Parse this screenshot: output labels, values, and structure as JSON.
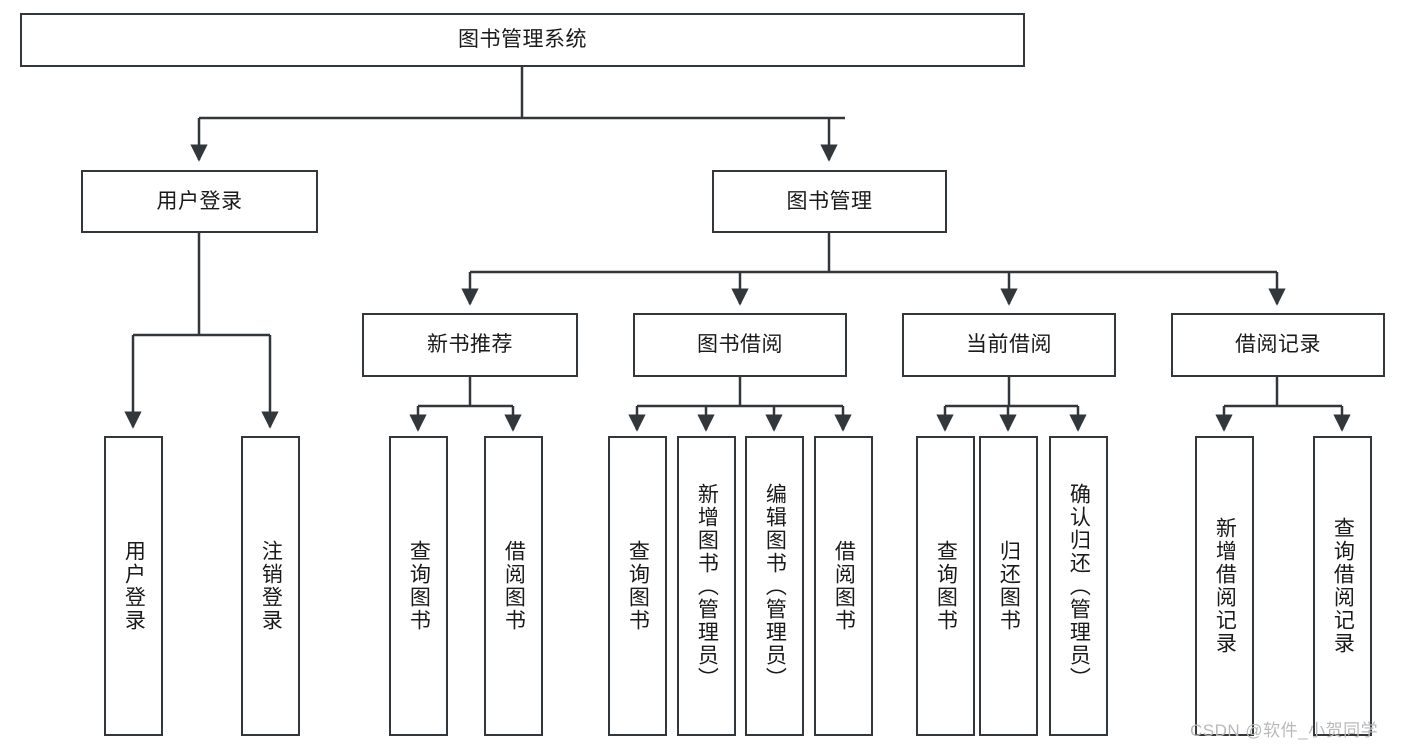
{
  "diagram": {
    "type": "tree-hierarchy-flowchart",
    "root": {
      "id": "root",
      "label": "图书管理系统"
    },
    "level2": [
      {
        "id": "user-login",
        "label": "用户登录"
      },
      {
        "id": "book-manage",
        "label": "图书管理"
      }
    ],
    "level3": [
      {
        "id": "new-book-rec",
        "label": "新书推荐",
        "parent": "book-manage"
      },
      {
        "id": "book-borrow",
        "label": "图书借阅",
        "parent": "book-manage"
      },
      {
        "id": "current-borrow",
        "label": "当前借阅",
        "parent": "book-manage"
      },
      {
        "id": "borrow-record",
        "label": "借阅记录",
        "parent": "book-manage"
      }
    ],
    "leaves": [
      {
        "id": "leaf-user-login",
        "label": "用户登录",
        "parent": "user-login"
      },
      {
        "id": "leaf-logout",
        "label": "注销登录",
        "parent": "user-login"
      },
      {
        "id": "leaf-query-book-1",
        "label": "查询图书",
        "parent": "new-book-rec"
      },
      {
        "id": "leaf-borrow-book-1",
        "label": "借阅图书",
        "parent": "new-book-rec"
      },
      {
        "id": "leaf-query-book-2",
        "label": "查询图书",
        "parent": "book-borrow"
      },
      {
        "id": "leaf-add-book",
        "label": "新增图书（管理员）",
        "parent": "book-borrow"
      },
      {
        "id": "leaf-edit-book",
        "label": "编辑图书（管理员）",
        "parent": "book-borrow"
      },
      {
        "id": "leaf-borrow-book-2",
        "label": "借阅图书",
        "parent": "book-borrow"
      },
      {
        "id": "leaf-query-book-3",
        "label": "查询图书",
        "parent": "current-borrow"
      },
      {
        "id": "leaf-return-book",
        "label": "归还图书",
        "parent": "current-borrow"
      },
      {
        "id": "leaf-confirm-return",
        "label": "确认归还（管理员）",
        "parent": "current-borrow"
      },
      {
        "id": "leaf-add-record",
        "label": "新增借阅记录",
        "parent": "borrow-record"
      },
      {
        "id": "leaf-query-record",
        "label": "查询借阅记录",
        "parent": "borrow-record"
      }
    ],
    "colors": {
      "stroke": "#32373b",
      "fill": "#ffffff",
      "text": "#1a1a1a",
      "watermark": "#b9b9b9"
    }
  },
  "watermark": {
    "text": "CSDN @软件_小贺同学"
  }
}
